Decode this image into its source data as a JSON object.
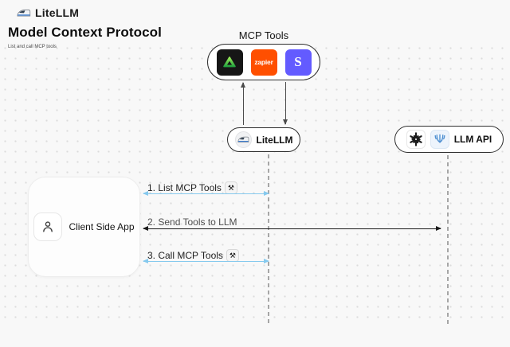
{
  "header": {
    "brand": "LiteLLM",
    "title": "Model Context Protocol",
    "subtitle": "List and call MCP tools"
  },
  "mcp_tools": {
    "label": "MCP Tools",
    "tools": [
      {
        "name": "triangle-tool"
      },
      {
        "name": "zapier",
        "text": "zapier"
      },
      {
        "name": "stripe",
        "text": "S"
      }
    ]
  },
  "nodes": {
    "litellm": {
      "label": "LiteLLM"
    },
    "llm_api": {
      "label": "LLM API"
    },
    "client": {
      "label": "Client Side App"
    }
  },
  "sequence": [
    {
      "label": "1. List MCP Tools",
      "arrow_color": "#85c9ee",
      "has_tools_icon": true
    },
    {
      "label": "2. Send Tools to LLM",
      "arrow_color": "#1a1a1a",
      "has_tools_icon": false
    },
    {
      "label": "3. Call MCP Tools",
      "arrow_color": "#85c9ee",
      "has_tools_icon": true
    }
  ],
  "icons": {
    "tools_glyph": "⚒"
  },
  "colors": {
    "background": "#f8f8f8",
    "accent_blue": "#85c9ee",
    "zapier_orange": "#ff4f00",
    "stripe_purple": "#635bff",
    "tool_green": "#3fbf4e",
    "line_dark": "#1a1a1a"
  }
}
